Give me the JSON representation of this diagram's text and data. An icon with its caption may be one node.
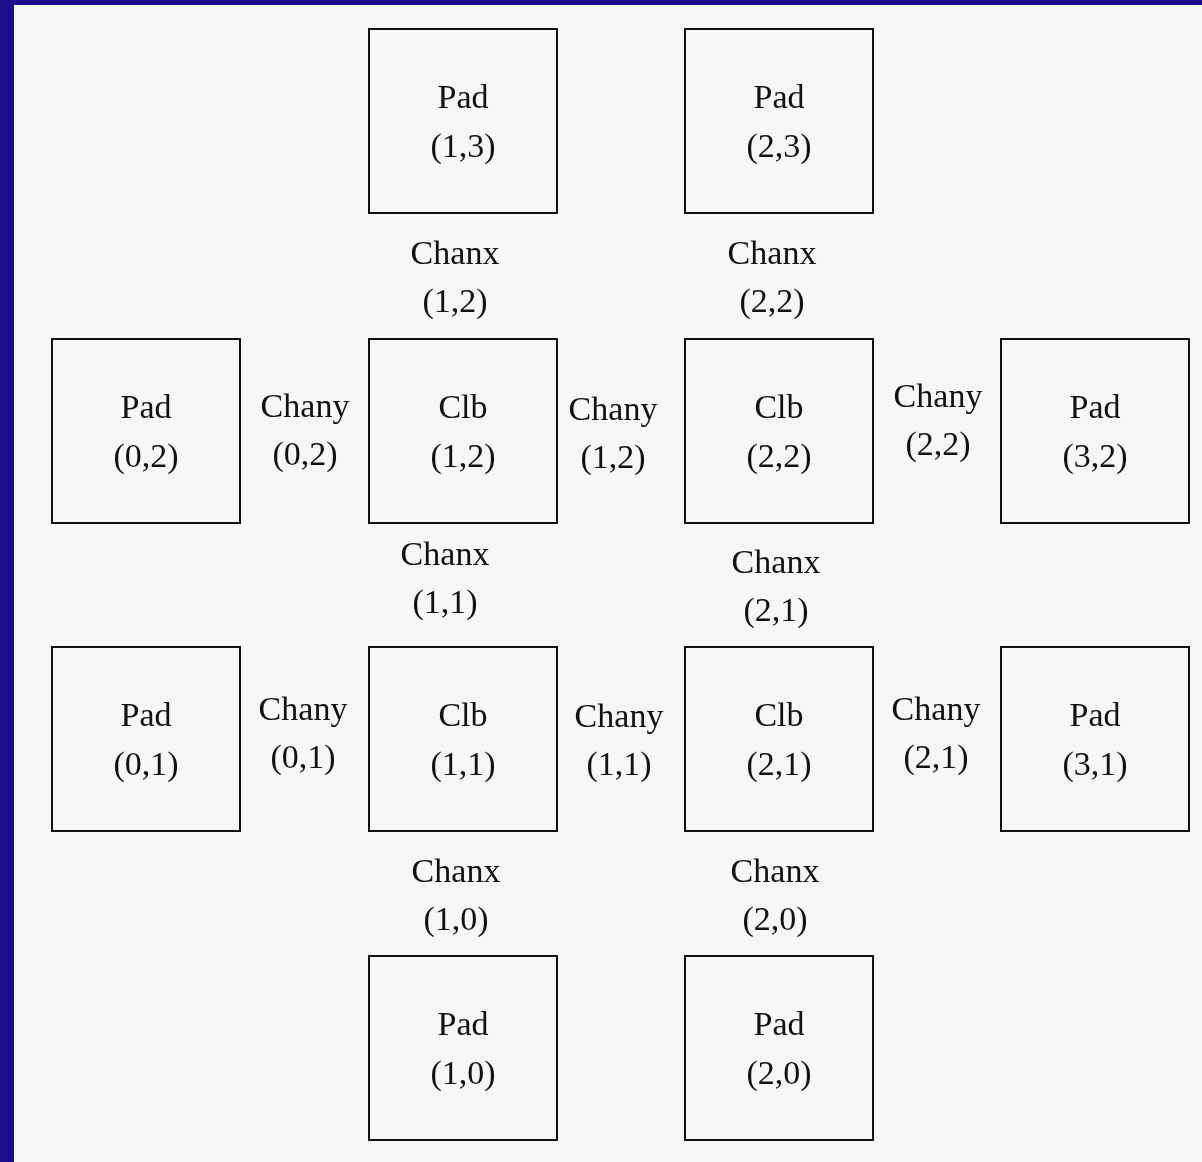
{
  "diagram": {
    "nodes": [
      {
        "text": [
          "Pad (1,3)"
        ]
      },
      {
        "text": [
          "Pad (2,3)"
        ]
      },
      {
        "text": [
          "Pad (0,2)"
        ]
      },
      {
        "text": [
          "Clb (1,2)"
        ]
      },
      {
        "text": [
          "Clb (2,2)"
        ]
      },
      {
        "text": [
          "Pad (3,2)"
        ]
      },
      {
        "text": [
          "Pad (0,1)"
        ]
      },
      {
        "text": [
          "Clb (1,1)"
        ]
      },
      {
        "text": [
          "Clb (2,1)"
        ]
      },
      {
        "text": [
          "Pad (3,1)"
        ]
      },
      {
        "text": [
          "Pad (1,0)"
        ]
      },
      {
        "text": [
          "Pad (2,0)"
        ]
      }
    ],
    "labels": [
      "Chanx (1,2)",
      "Chanx (2,2)",
      "Chany (0,2)",
      "Chany (1,2)",
      "Chany (2,2)",
      "Chanx (1,1)",
      "Chanx (2,1)",
      "Chany (0,1)",
      "Chany (1,1)",
      "Chany (2,1)",
      "Chanx (1,0)",
      "Chanx (2,0)"
    ]
  }
}
